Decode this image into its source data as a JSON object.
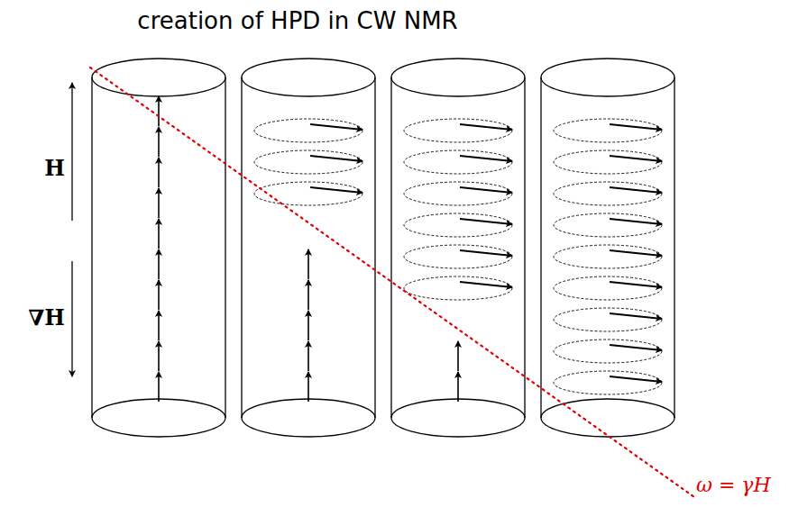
{
  "diagram": {
    "title": "creation of HPD in CW NMR",
    "labels": [
      "H",
      "∇H",
      "ω = γH"
    ]
  }
}
